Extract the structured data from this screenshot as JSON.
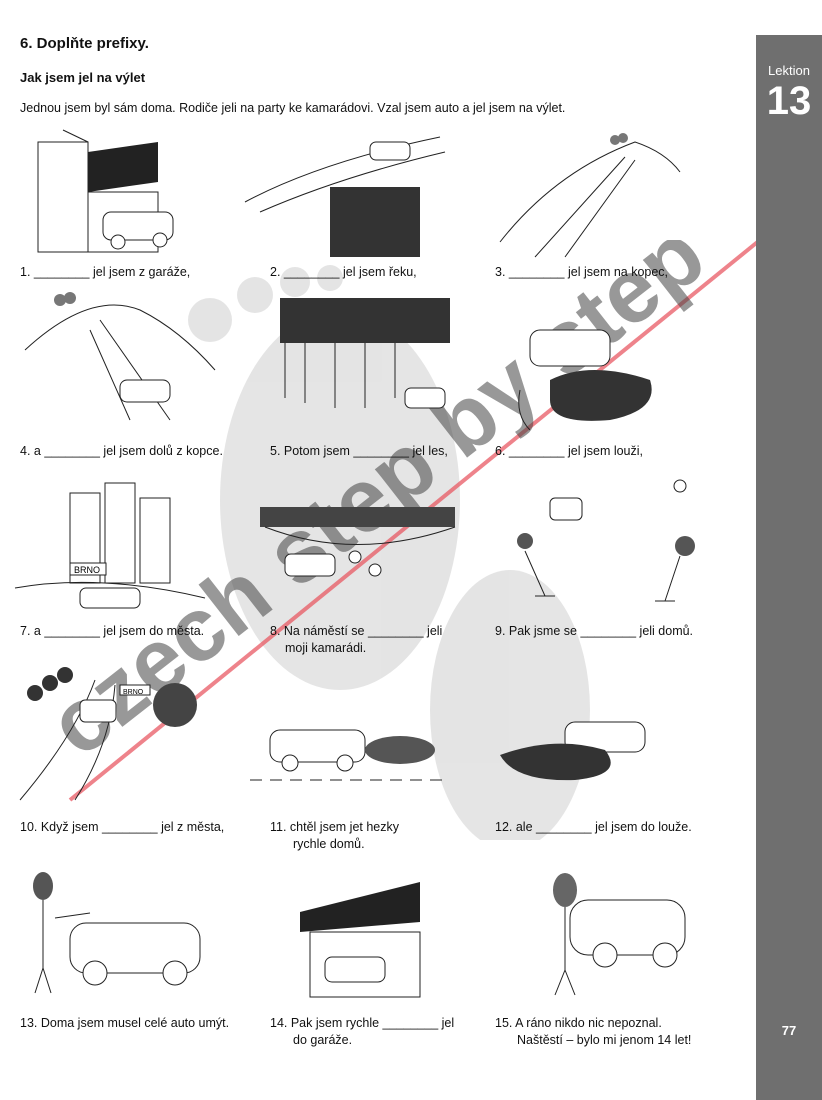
{
  "header": {
    "title": "6. Doplňte prefixy.",
    "subtitle": "Jak jsem jel na výlet",
    "intro": "Jednou jsem byl sám doma. Rodiče jeli na party ke kamarádovi. Vzal jsem auto a jel jsem na výlet."
  },
  "side_tab": {
    "label": "Lektion",
    "number": "13",
    "page": "77"
  },
  "items": [
    {
      "line1": "1. ________ jel jsem z garáže,",
      "line2": ""
    },
    {
      "line1": "2. ________ jel jsem řeku,",
      "line2": ""
    },
    {
      "line1": "3. ________ jel jsem na kopec,",
      "line2": ""
    },
    {
      "line1": "4. a ________ jel jsem dolů z kopce.",
      "line2": ""
    },
    {
      "line1": "5. Potom jsem ________ jel les,",
      "line2": ""
    },
    {
      "line1": "6. ________ jel jsem louži,",
      "line2": ""
    },
    {
      "line1": "7. a ________ jel jsem do města.",
      "line2": ""
    },
    {
      "line1": "8. Na náměstí se ________ jeli",
      "line2": "moji kamarádi."
    },
    {
      "line1": "9. Pak jsme se ________ jeli domů.",
      "line2": ""
    },
    {
      "line1": "10. Když jsem ________ jel z města,",
      "line2": ""
    },
    {
      "line1": "11. chtěl jsem jet hezky",
      "line2": "rychle domů."
    },
    {
      "line1": "12. ale ________ jel jsem do louže.",
      "line2": ""
    },
    {
      "line1": "13. Doma jsem musel celé auto umýt.",
      "line2": ""
    },
    {
      "line1": "14. Pak jsem rychle ________ jel",
      "line2": "do garáže."
    },
    {
      "line1": "15. A ráno nikdo nic nepoznal.",
      "line2": "Naštěstí – bylo mi jenom 14 let!"
    }
  ],
  "signs": {
    "brno": "BRNO"
  },
  "watermark": "czech step by step",
  "colors": {
    "tab": "#6f6f6f",
    "ink": "#111111",
    "stripe": "#e8505b"
  }
}
